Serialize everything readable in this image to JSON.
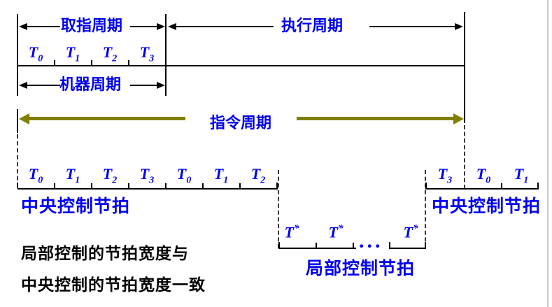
{
  "diagram": {
    "fetch_cycle_label": "取指周期",
    "exec_cycle_label": "执行周期",
    "machine_cycle_label": "机器周期",
    "instruction_cycle_label": "指令周期",
    "central_control_label_left": "中央控制节拍",
    "central_control_label_right": "中央控制节拍",
    "local_control_label": "局部控制节拍",
    "ellipsis": "...",
    "note_line1": "局部控制的节拍宽度与",
    "note_line2": "中央控制的节拍宽度一致",
    "top_beats": [
      {
        "base": "T",
        "sub": "0"
      },
      {
        "base": "T",
        "sub": "1"
      },
      {
        "base": "T",
        "sub": "2"
      },
      {
        "base": "T",
        "sub": "3"
      }
    ],
    "mid_left_beats": [
      {
        "base": "T",
        "sub": "0"
      },
      {
        "base": "T",
        "sub": "1"
      },
      {
        "base": "T",
        "sub": "2"
      },
      {
        "base": "T",
        "sub": "3"
      },
      {
        "base": "T",
        "sub": "0"
      },
      {
        "base": "T",
        "sub": "1"
      },
      {
        "base": "T",
        "sub": "2"
      }
    ],
    "mid_right_beats": [
      {
        "base": "T",
        "sub": "3"
      },
      {
        "base": "T",
        "sub": "0"
      },
      {
        "base": "T",
        "sub": "1"
      }
    ],
    "local_beats": [
      {
        "base": "T",
        "sup": "*"
      },
      {
        "base": "T",
        "sup": "*"
      },
      {
        "base": "T",
        "sup": "*"
      }
    ],
    "colors": {
      "label_blue": "#0000EE",
      "arrow_olive": "#808000",
      "line_black": "#000000",
      "page_edge": "#C9C9C9"
    }
  }
}
